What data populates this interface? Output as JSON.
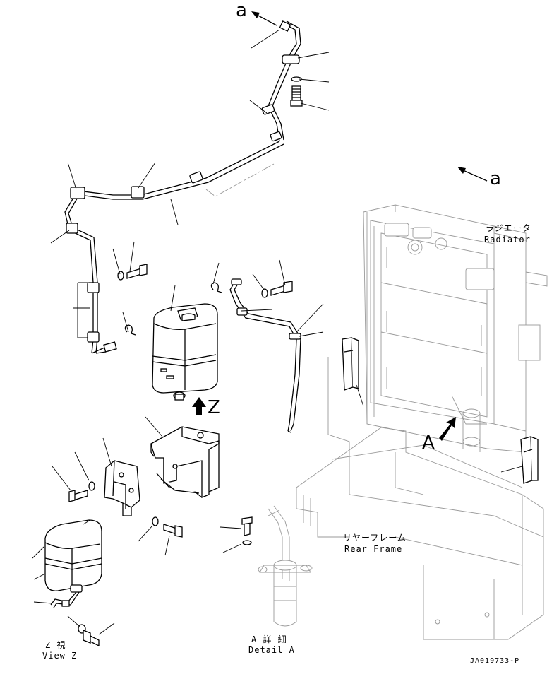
{
  "labels": {
    "arrow_a_top": "a",
    "arrow_a_right": "a",
    "view_z_marker": "Z",
    "detail_a_marker": "A",
    "radiator_jp": "ラジエータ",
    "radiator_en": "Radiator",
    "rear_frame_jp": "リヤーフレーム",
    "rear_frame_en": "Rear Frame",
    "view_z_jp": "Z 視",
    "view_z_en": "View Z",
    "detail_a_jp": "A 詳 細",
    "detail_a_en": "Detail A",
    "drawing_code": "JA019733-P"
  }
}
